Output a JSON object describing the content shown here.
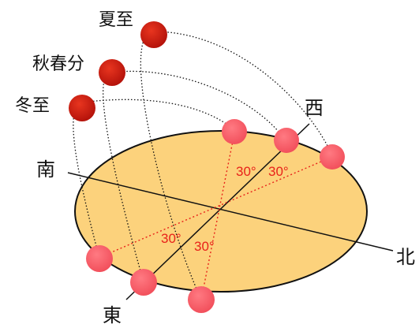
{
  "directions": {
    "south": "南",
    "north": "北",
    "east": "東",
    "west": "西"
  },
  "seasons": {
    "summer_solstice": "夏至",
    "equinox": "秋春分",
    "winter_solstice": "冬至"
  },
  "angles": {
    "upper_left": "30°",
    "upper_right": "30°",
    "lower_left": "30°",
    "lower_right": "30°"
  },
  "colors": {
    "horizon_fill": "#FCD27C",
    "noon_sun": "#CC1A10",
    "horizon_sun": "#FF6A73",
    "angle_line": "#E8221A"
  }
}
